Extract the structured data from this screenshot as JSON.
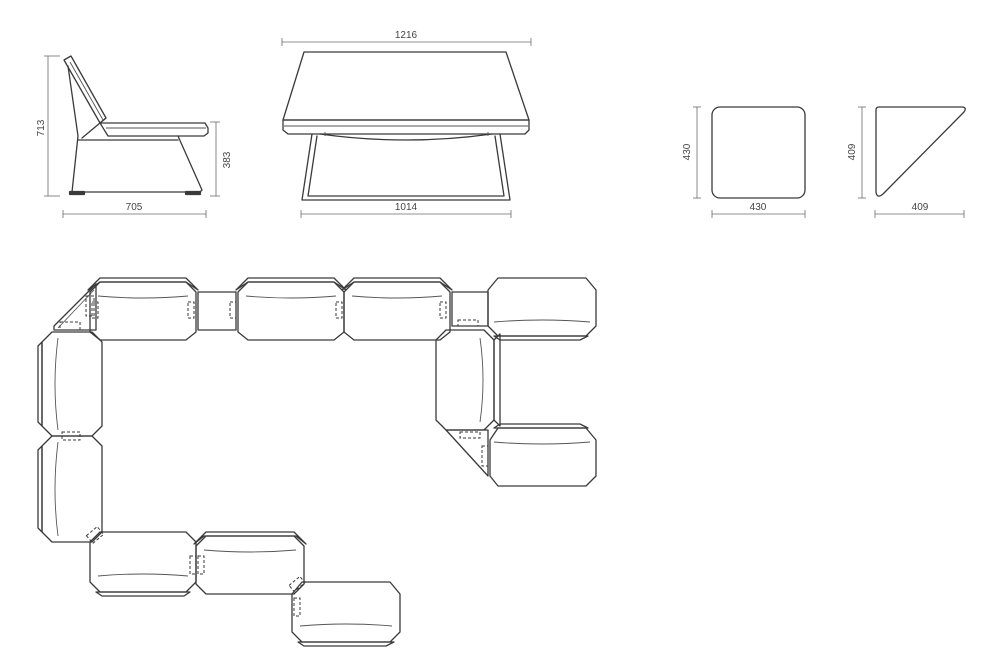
{
  "dimensions": {
    "side_height": "713",
    "side_width": "705",
    "side_seat_height": "383",
    "front_top_width": "1216",
    "front_base_width": "1014",
    "square_height": "430",
    "square_width": "430",
    "triangle_height": "409",
    "triangle_width": "409"
  },
  "colors": {
    "line": "#3a3a3a",
    "dimension": "#6b6b6b",
    "background": "#ffffff"
  }
}
